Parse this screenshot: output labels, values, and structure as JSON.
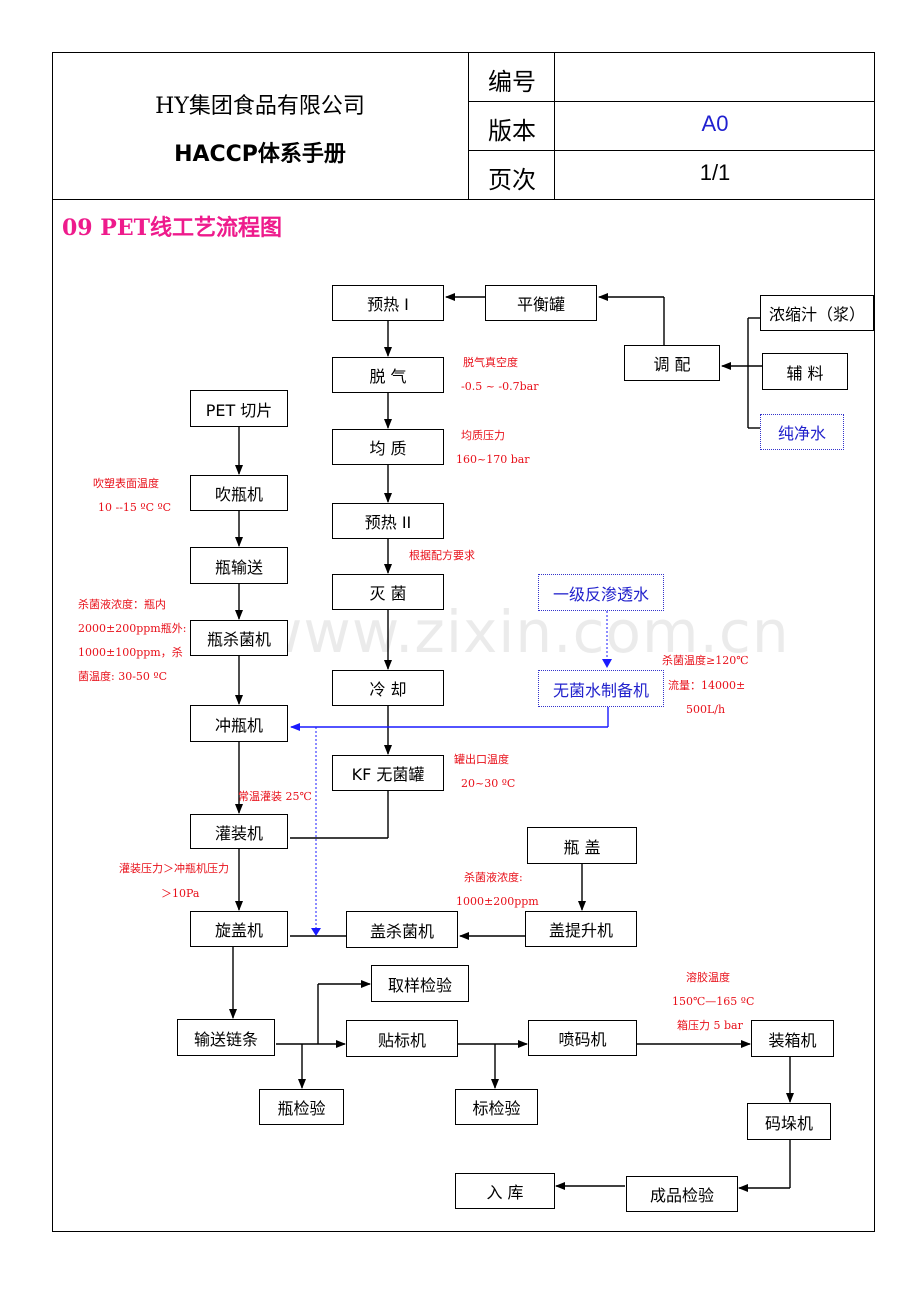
{
  "header": {
    "company": "HY集团食品有限公司",
    "manual": "HACCP体系手册",
    "rows": [
      {
        "label": "编号",
        "value": ""
      },
      {
        "label": "版本",
        "value": "A0"
      },
      {
        "label": "页次",
        "value": "1/1"
      }
    ]
  },
  "section_title": "09   PET线工艺流程图",
  "watermark": "www.zixin.com.cn",
  "nodes": {
    "preheat1": "预热 I",
    "balance_tank": "平衡罐",
    "concentrate": "浓缩汁（浆）",
    "mixing": "调  配",
    "ingredients": "辅  料",
    "pure_water": "纯净水",
    "degas": "脱  气",
    "homogenize": "均  质",
    "preheat2": "预热 II",
    "sterilize": "灭    菌",
    "cool": "冷  却",
    "kf_tank": "KF 无菌罐",
    "ro_water": "一级反渗透水",
    "sterile_water": "无菌水制备机",
    "pet_chips": "PET 切片",
    "blow_molder": "吹瓶机",
    "bottle_conveyor": "瓶输送",
    "bottle_sterilizer": "瓶杀菌机",
    "bottle_rinser": "冲瓶机",
    "filler": "灌装机",
    "capper": "旋盖机",
    "cap_sterilizer": "盖杀菌机",
    "cap_elevator": "盖提升机",
    "cap": "瓶  盖",
    "conveyor_chain": "输送链条",
    "sampling": "取样检验",
    "labeler": "贴标机",
    "coder": "喷码机",
    "packer": "装箱机",
    "bottle_check": "瓶检验",
    "label_check": "标检验",
    "palletizer": "码垛机",
    "final_check": "成品检验",
    "warehouse": "入    库"
  },
  "annotations": {
    "degas_l1": "脱气真空度",
    "degas_l2": "-0.5 ~ -0.7bar",
    "homog_l1": "均质压力",
    "homog_l2": "160~170 bar",
    "recipe": "根据配方要求",
    "blow_l1": "吹塑表面温度",
    "blow_l2": "10 --15 ºC ºC",
    "bsteril_l1": "杀菌液浓度：瓶内",
    "bsteril_l2": "2000±200ppm瓶外:",
    "bsteril_l3": "1000±100ppm，杀",
    "bsteril_l4": "菌温度: 30-50 ºC",
    "sw_l1": "杀菌温度≥120℃",
    "sw_l2": "流量：14000±",
    "sw_l3": "500L/h",
    "kf_l1": "罐出口温度",
    "kf_l2": "20~30 ºC",
    "fill_temp": "常温灌装 25℃",
    "fill_l1": "灌装压力＞冲瓶机压力",
    "fill_l2": "＞10Pa",
    "cap_l1": "杀菌液浓度:",
    "cap_l2": "1000±200ppm",
    "glue_l1": "溶胶温度",
    "glue_l2": "150℃—165 ºC",
    "glue_l3": "箱压力 5 bar"
  },
  "colors": {
    "title": "#ee1b8c",
    "annotation": "#e8101a",
    "water_line": "#1a1aff"
  }
}
